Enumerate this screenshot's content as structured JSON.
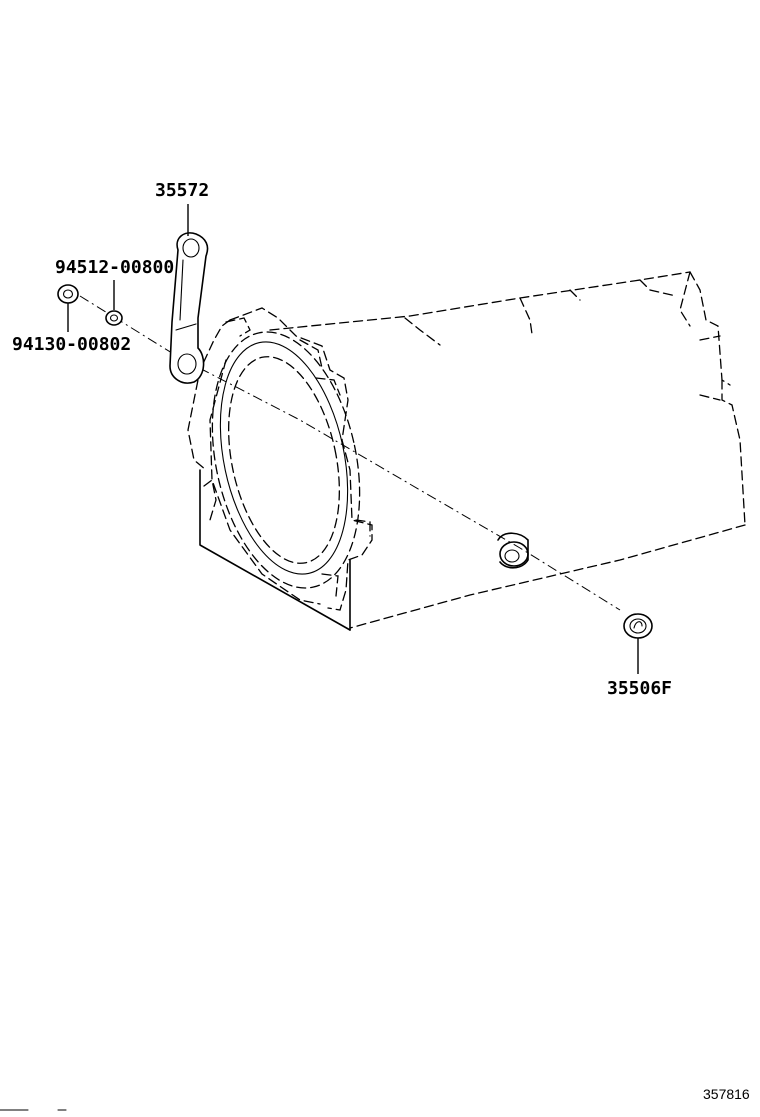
{
  "parts": [
    {
      "id": "part-35572",
      "number": "35572",
      "name": "bracket"
    },
    {
      "id": "part-94512",
      "number": "94512-00800",
      "name": "washer"
    },
    {
      "id": "part-94130",
      "number": "94130-00802",
      "name": "nut"
    },
    {
      "id": "part-35506F",
      "number": "35506F",
      "name": "oil seal"
    }
  ],
  "diagram_id": "357816"
}
